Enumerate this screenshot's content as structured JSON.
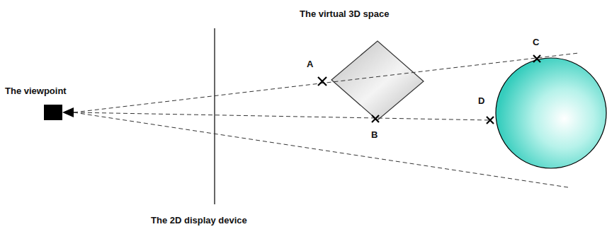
{
  "diagram": {
    "labels": [
      "The virtual 3D space",
      "The viewpoint",
      "The 2D display device",
      "A",
      "B",
      "C",
      "D"
    ]
  }
}
